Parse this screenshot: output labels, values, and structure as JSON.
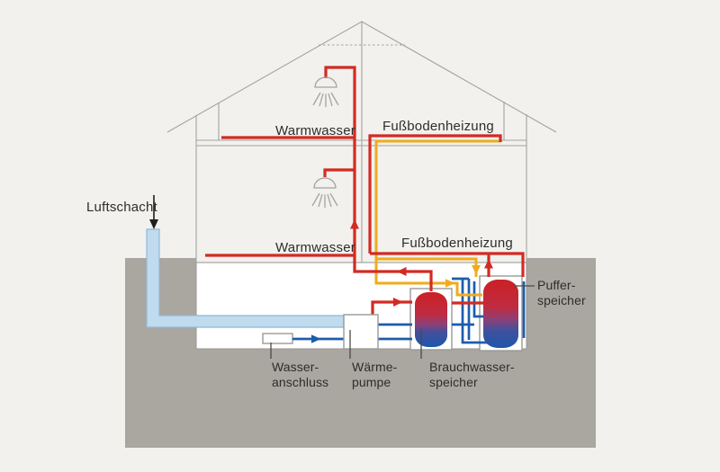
{
  "diagram_type": "heating-system-cross-section",
  "colors": {
    "background": "#f2f1ee",
    "ground": "#aaa6a0",
    "basement_fill": "#ffffff",
    "structure_line": "#a3a3a0",
    "pipe_hot": "#d22b23",
    "pipe_return": "#efac1d",
    "pipe_cold": "#1c5cac",
    "duct_fill": "#c0daee",
    "duct_edge": "#90b9da",
    "tank_top_red": "#c92127",
    "tank_bottom_blue": "#1e55a9",
    "box_edge": "#9a9a98",
    "pointer_line": "#4a4a48",
    "text": "#2e2d2b"
  },
  "labels": {
    "luftschacht": "Luftschacht",
    "warmwasser_upper": "Warmwasser",
    "fussbodenheizung_upper": "Fußbodenheizung",
    "warmwasser_lower": "Warmwasser",
    "fussbodenheizung_lower": "Fußbodenheizung"
  },
  "equipment": {
    "wasseranschluss": {
      "line1": "Wasser-",
      "line2": "anschluss"
    },
    "waermepumpe": {
      "line1": "Wärme-",
      "line2": "pumpe"
    },
    "brauchwasserspeicher": {
      "line1": "Brauchwasser-",
      "line2": "speicher"
    },
    "pufferspeicher": {
      "line1": "Puffer-",
      "line2": "speicher"
    }
  },
  "icons": [
    "shower-head-icon",
    "down-arrow-icon"
  ],
  "flow_arrows": [
    {
      "color": "red",
      "direction": "up",
      "location": "warmwasser-riser"
    },
    {
      "color": "red",
      "direction": "left",
      "location": "tank-to-warmwasser-riser"
    },
    {
      "color": "red",
      "direction": "right",
      "location": "heatpump-to-brauchwasserspeicher"
    },
    {
      "color": "red",
      "direction": "up",
      "location": "pufferspeicher-to-fussbodenheizung"
    },
    {
      "color": "yellow",
      "direction": "down",
      "location": "fussbodenheizung-return-to-puffer"
    },
    {
      "color": "yellow",
      "direction": "right",
      "location": "return-line-basement"
    },
    {
      "color": "blue",
      "direction": "right",
      "location": "wasseranschluss-to-heatpump"
    }
  ]
}
